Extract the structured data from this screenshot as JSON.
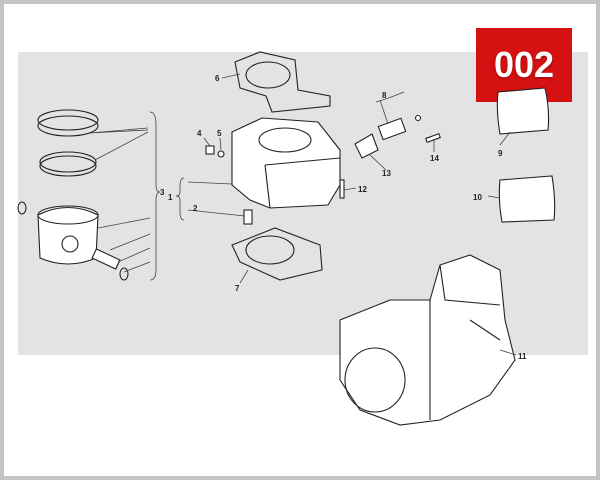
{
  "diagram": {
    "badge": "002",
    "colors": {
      "badge": "#d51111",
      "panel": "#e3e3e3",
      "frame": "#c4c4c4"
    },
    "callouts": [
      "1",
      "2",
      "3",
      "4",
      "5",
      "6",
      "7",
      "8",
      "9",
      "10",
      "11",
      "12",
      "13",
      "14"
    ]
  }
}
